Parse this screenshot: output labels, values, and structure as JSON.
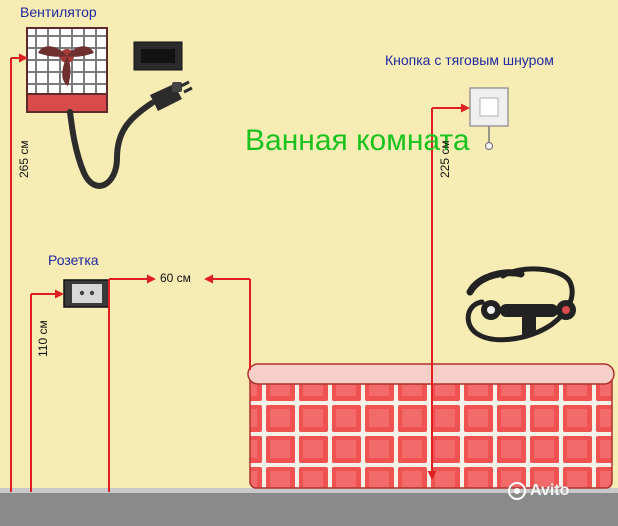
{
  "diagram": {
    "title": "Ванная комната",
    "labels": {
      "fan": "Вентилятор",
      "socket": "Розетка",
      "pull_cord_switch": "Кнопка с тяговым шнуром"
    },
    "dimensions": {
      "fan_height": "265 см",
      "socket_height": "110 см",
      "socket_to_bathtub": "60 см",
      "switch_height": "225 см"
    },
    "watermark": "Avito",
    "icons": [
      "fan-icon",
      "power-plug-icon",
      "socket-icon",
      "pull-cord-switch-icon",
      "shower-mixer-icon",
      "bathtub-icon"
    ],
    "colors": {
      "wall": "#f7ecb4",
      "arrow": "#e02020",
      "label": "#1f2aa0",
      "title": "#19c21e",
      "tile": "#f05252",
      "floor": "#8a8a8a"
    }
  }
}
